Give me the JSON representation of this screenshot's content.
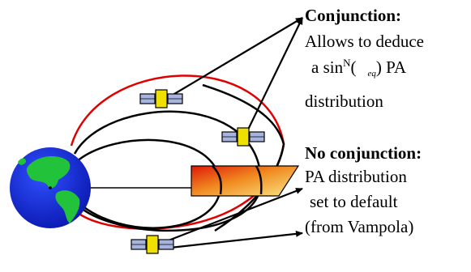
{
  "diagram": {
    "conjunction": {
      "title": "Conjunction:",
      "line1": "Allows to deduce",
      "line2_prefix": "a sin",
      "line2_sup": "N",
      "line2_paren_open": "(",
      "line2_sub": "eq",
      "line2_suffix": ") PA",
      "line3": "distribution"
    },
    "no_conjunction": {
      "title": "No conjunction:",
      "line1": "PA distribution",
      "line2": "set to default",
      "line3": "(from Vampola)"
    },
    "colors": {
      "orbit_highlight": "#e00000",
      "orbit": "#000000",
      "earth_ocean": "#1a2ee6",
      "earth_land": "#22c23a",
      "satellite_panel": "#a8b4e0",
      "satellite_body": "#f0e000",
      "plane_red": "#e02000",
      "plane_yellow": "#f8d030"
    },
    "icons": [
      "earth-icon",
      "satellite-icon"
    ]
  }
}
